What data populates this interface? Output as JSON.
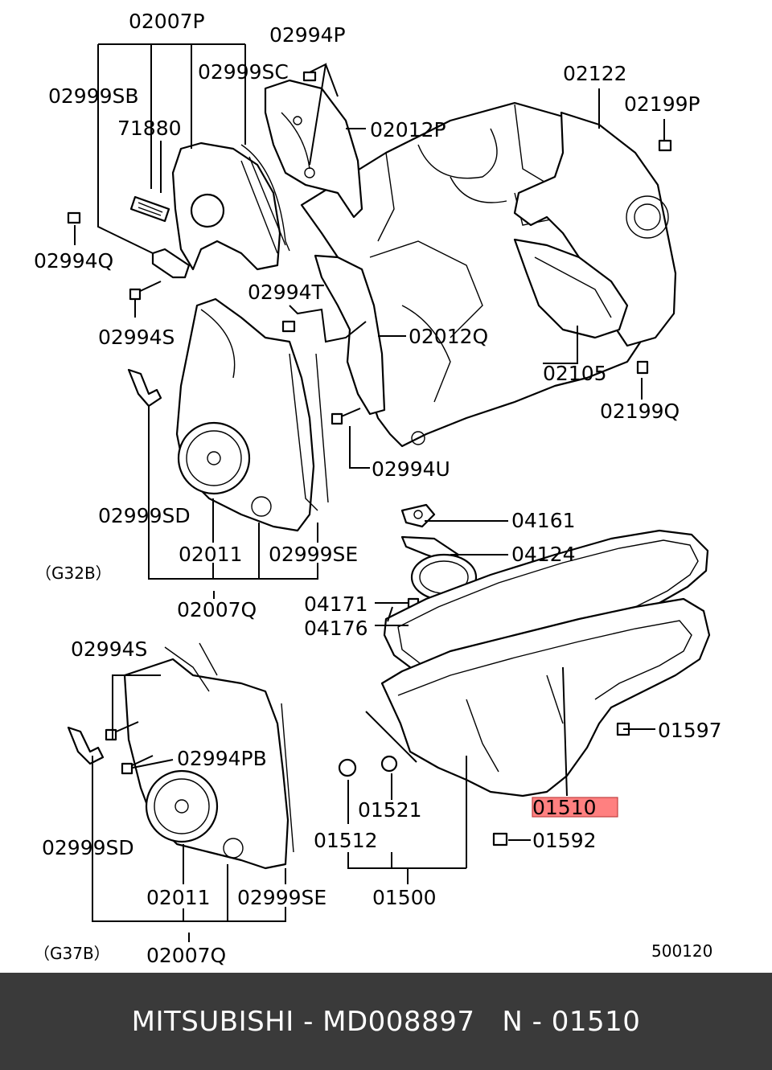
{
  "labels": {
    "l_02007P": "02007P",
    "l_02994P": "02994P",
    "l_02999SC": "02999SC",
    "l_02999SB": "02999SB",
    "l_02122": "02122",
    "l_02199P": "02199P",
    "l_71880": "71880",
    "l_02012P": "02012P",
    "l_02994Q": "02994Q",
    "l_02994T": "02994T",
    "l_02994S_top": "02994S",
    "l_02012Q": "02012Q",
    "l_02105": "02105",
    "l_02199Q": "02199Q",
    "l_02994U": "02994U",
    "l_02999SD_top": "02999SD",
    "l_04161": "04161",
    "l_02011_top": "02011",
    "l_02999SE_top": "02999SE",
    "l_04124": "04124",
    "l_G32B": "（G32B）",
    "l_02007Q_top": "02007Q",
    "l_04171": "04171",
    "l_04176": "04176",
    "l_02994S_bot": "02994S",
    "l_01597": "01597",
    "l_02994PB": "02994PB",
    "l_01510": "01510",
    "l_01521": "01521",
    "l_02999SD_bot": "02999SD",
    "l_01512": "01512",
    "l_01592": "01592",
    "l_02011_bot": "02011",
    "l_02999SE_bot": "02999SE",
    "l_01500": "01500",
    "l_G37B": "（G37B）",
    "l_02007Q_bot": "02007Q",
    "l_500120": "500120"
  },
  "colors": {
    "highlight": "#ff8080",
    "footer_bg": "#3a3a3a"
  },
  "footer": {
    "text": "MITSUBISHI - MD008897   N - 01510"
  }
}
